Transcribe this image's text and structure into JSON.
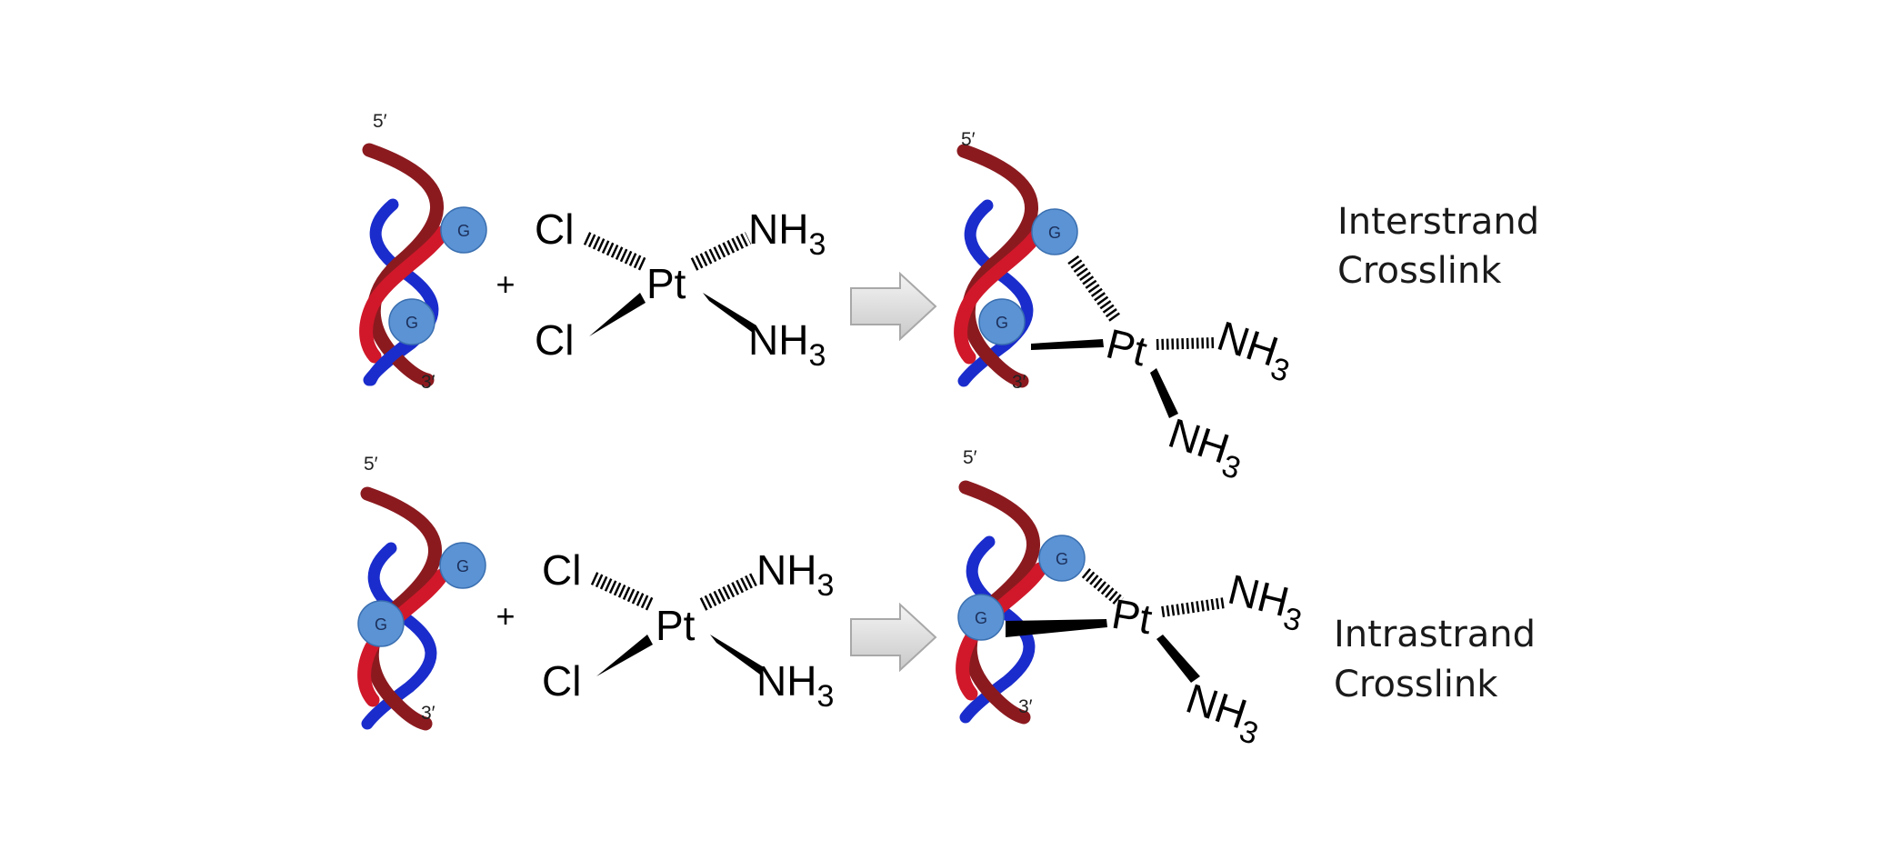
{
  "colors": {
    "strand_dark": "#8b1a1f",
    "strand_red": "#d0182a",
    "strand_blue": "#1a2ccc",
    "guanine_fill": "#5b93d4",
    "guanine_stroke": "#3a6fb0",
    "arrow_fill": "#d9d9d9",
    "arrow_stroke": "#a8a8a8"
  },
  "dna": {
    "end_5": "5′",
    "end_3": "3′",
    "base": "G"
  },
  "reagent": {
    "plus": "+",
    "cl": "Cl",
    "pt": "Pt",
    "nh": "NH",
    "sub3": "3"
  },
  "top": {
    "caption_line1": "Interstrand",
    "caption_line2": "Crosslink"
  },
  "bottom": {
    "caption_line1": "Intrastrand",
    "caption_line2": "Crosslink"
  }
}
